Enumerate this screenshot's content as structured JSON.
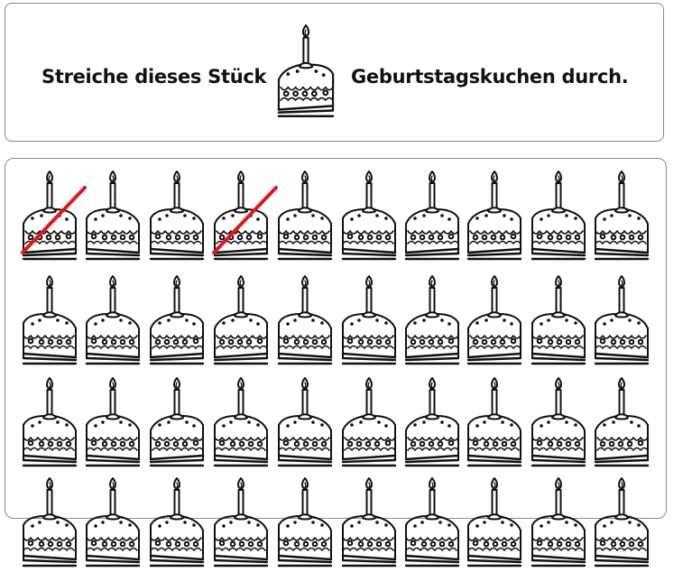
{
  "instruction": {
    "text_before": "Streiche dieses Stück",
    "text_after": "Geburtstagskuchen durch.",
    "target_icon": "birthday-cake-slice-icon",
    "target_orientation": "R"
  },
  "worksheet": {
    "columns": 10,
    "rows_visible": 4,
    "cross_color": "#e3161b",
    "rows": [
      [
        "R",
        "L",
        "L",
        "R",
        "L",
        "L",
        "R",
        "R",
        "L",
        "L"
      ],
      [
        "L",
        "L",
        "R",
        "R",
        "L",
        "L",
        "R",
        "R",
        "L",
        "L"
      ],
      [
        "L",
        "L",
        "R",
        "L",
        "L",
        "R",
        "R",
        "L",
        "L",
        "R"
      ],
      [
        "L",
        "L",
        "L",
        "L",
        "L",
        "L",
        "L",
        "L",
        "L",
        "L"
      ]
    ],
    "crossed": [
      [
        0,
        0
      ],
      [
        0,
        3
      ]
    ]
  }
}
